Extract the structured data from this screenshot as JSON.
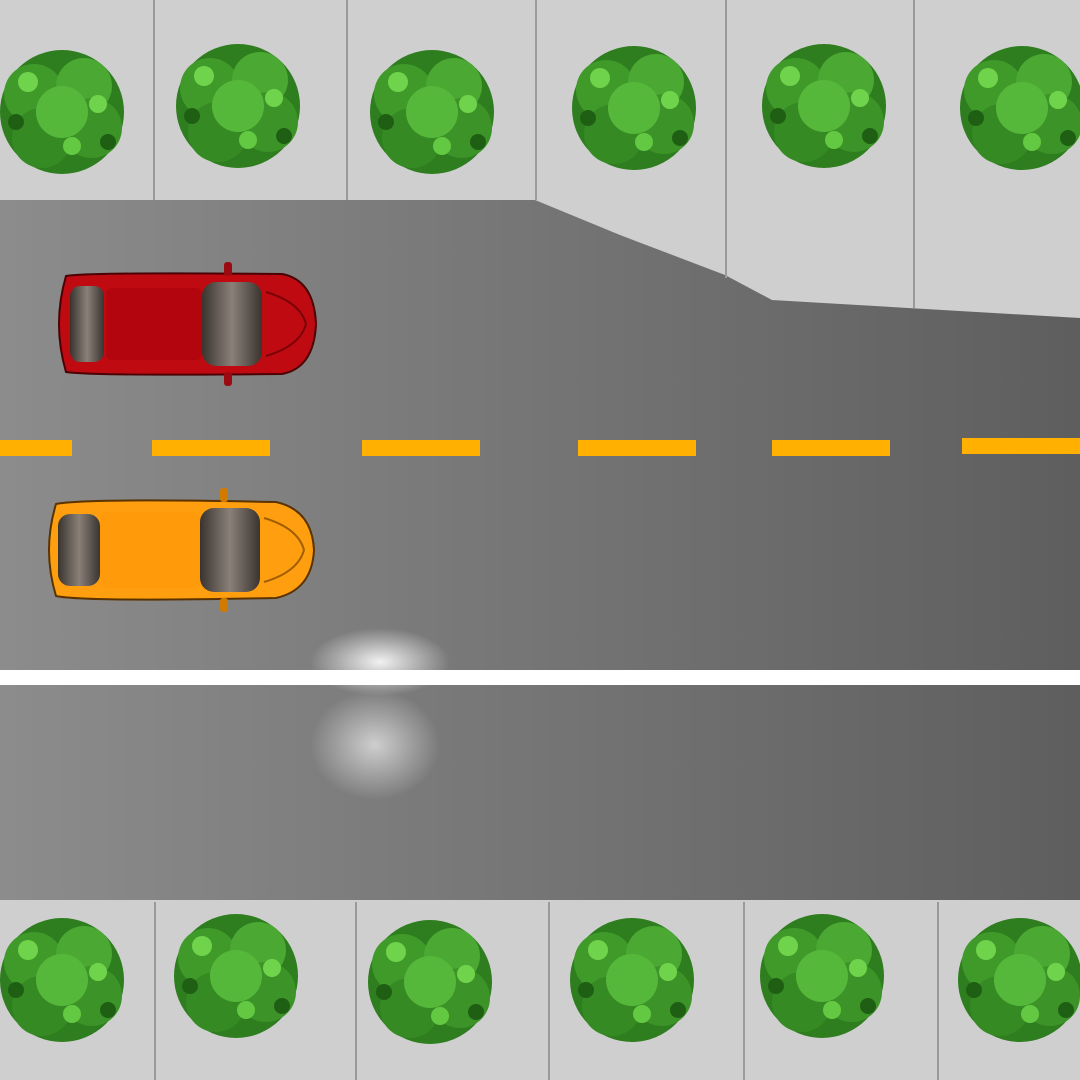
{
  "scene": {
    "colors": {
      "sidewalk": "#cfcfcf",
      "sidewalk_seam": "#9a9a9a",
      "road_light": "#8c8c8c",
      "road_dark": "#5e5e5e",
      "center_line": "#ffb000",
      "edge_line": "#ffffff",
      "car_red": "#c00a12",
      "car_orange": "#ff9f10",
      "tree_dark": "#2e7d1e",
      "tree_light": "#5ec93d"
    },
    "icons": {
      "tree": "tree-icon",
      "car": "car-icon"
    },
    "objects": {
      "top_row_trees": 6,
      "bottom_row_trees": 6,
      "cars": [
        "red-car",
        "orange-car"
      ],
      "lane_shape": "top lane narrows into a widened curb at the right"
    }
  }
}
